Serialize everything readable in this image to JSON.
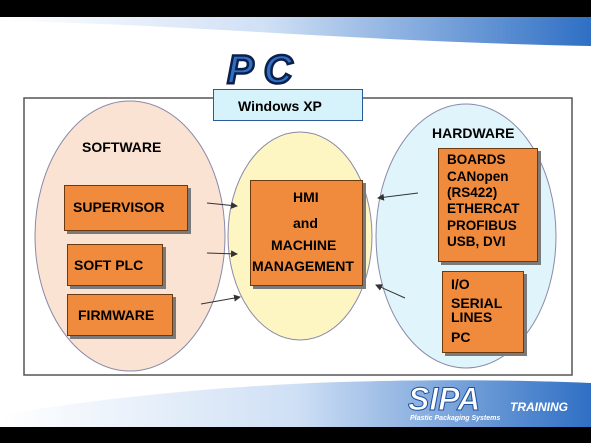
{
  "title": "PC",
  "platform": "Windows XP",
  "software": {
    "label": "SOFTWARE",
    "items": [
      "SUPERVISOR",
      "SOFT PLC",
      "FIRMWARE"
    ]
  },
  "center": {
    "line1": "HMI",
    "line2": "and",
    "line3": "MACHINE",
    "line4": "MANAGEMENT"
  },
  "hardware": {
    "label": "HARDWARE",
    "boards": [
      "BOARDS",
      "CANopen",
      "(RS422)",
      "ETHERCAT",
      "PROFIBUS",
      "USB, DVI"
    ],
    "io": [
      "I/O",
      "SERIAL",
      "LINES",
      "PC"
    ]
  },
  "footer": {
    "brand": "SIPA",
    "tagline": "Plastic Packaging Systems",
    "training": "TRAINING"
  },
  "colors": {
    "accent_blue": "#2f6fc4",
    "software_bubble": "#fbe3d3",
    "center_bubble": "#fdf6c3",
    "hardware_bubble": "#dff4fb",
    "box_orange": "#f08a3c"
  }
}
